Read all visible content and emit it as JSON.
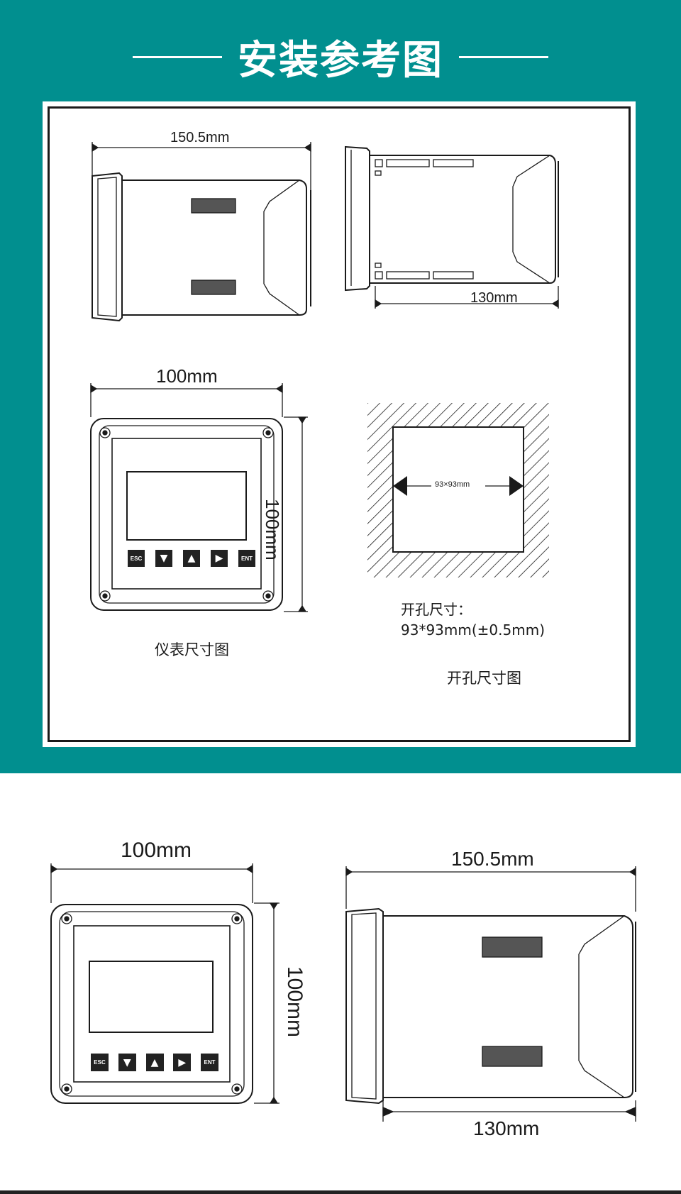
{
  "header": {
    "title": "安装参考图",
    "background": "#018f8f"
  },
  "card": {
    "side_view_top": {
      "width_label": "150.5mm"
    },
    "rear_view_top": {
      "depth_label": "130mm"
    },
    "front_view_top": {
      "width_label": "100mm",
      "height_label": "100mm",
      "keys": [
        "ESC",
        "▼",
        "▲",
        "▶",
        "ENT"
      ],
      "caption": "仪表尺寸图"
    },
    "cutout": {
      "inner_label": "93×93mm",
      "spec_title": "开孔尺寸：",
      "spec_value": "93*93mm(±0.5mm)",
      "caption": "开孔尺寸图"
    }
  },
  "lower": {
    "front_view": {
      "width_label": "100mm",
      "height_label": "100mm",
      "keys": [
        "ESC",
        "▼",
        "▲",
        "▶",
        "ENT"
      ]
    },
    "side_view": {
      "width_label": "150.5mm",
      "depth_label": "130mm"
    }
  },
  "icons": {
    "arrow_left": "arrow-left-icon",
    "arrow_right": "arrow-right-icon"
  }
}
